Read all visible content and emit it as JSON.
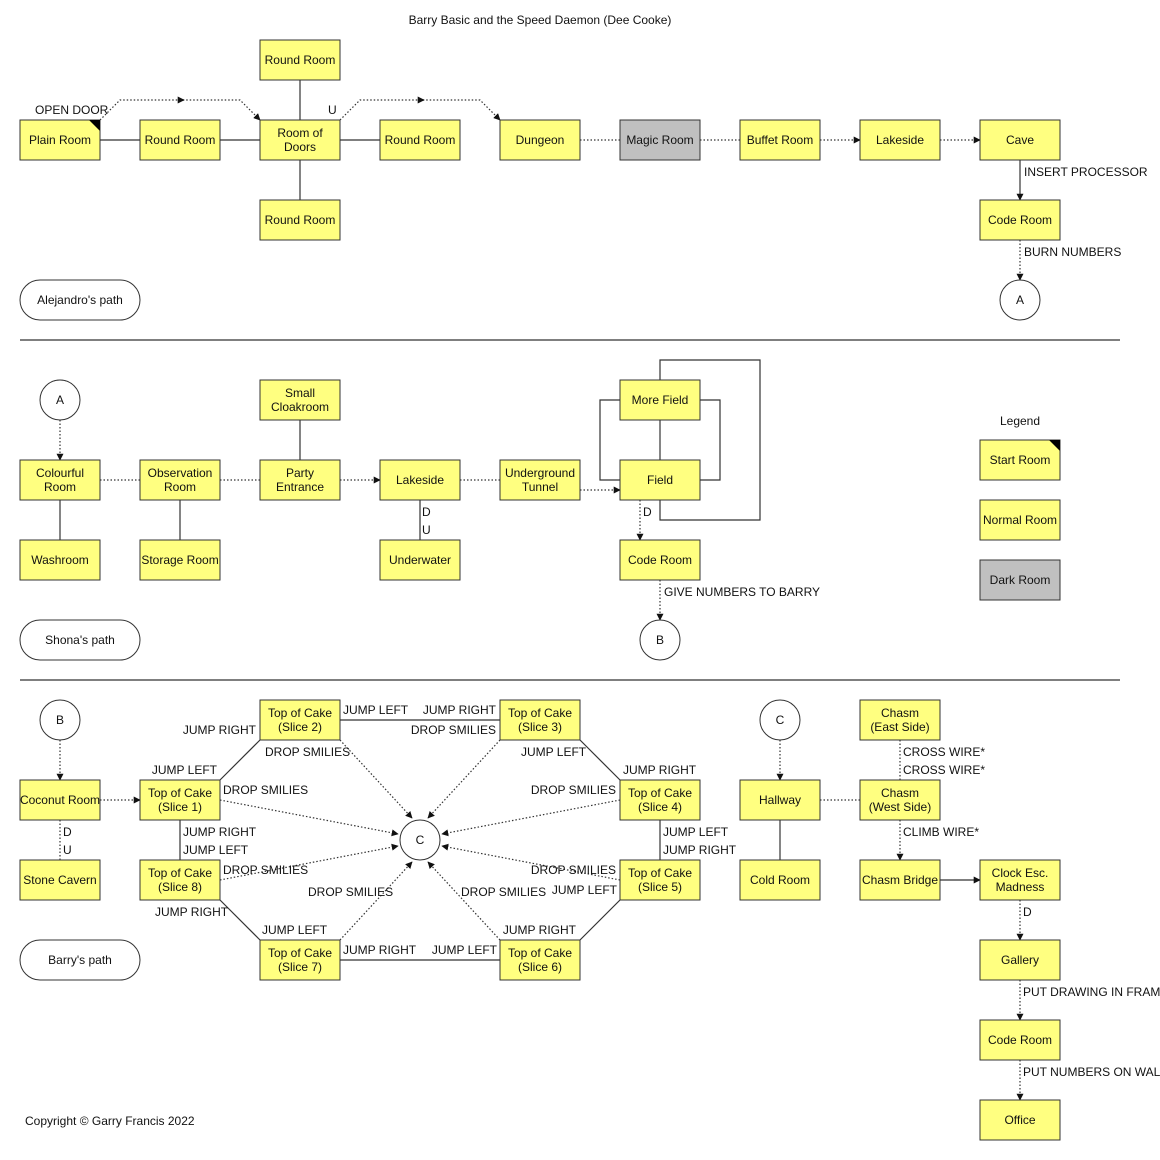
{
  "title": "Barry Basic and the Speed Daemon (Dee Cooke)",
  "copyright": "Copyright © Garry Francis 2022",
  "colors": {
    "room": "#ffff80",
    "dark_room": "#c0c0c0",
    "line": "#333333",
    "divider": "#555555"
  },
  "legend": {
    "heading": "Legend",
    "items": [
      {
        "id": "legend-start",
        "label": "Start Room"
      },
      {
        "id": "legend-normal",
        "label": "Normal Room"
      },
      {
        "id": "legend-dark",
        "label": "Dark Room"
      }
    ]
  },
  "paths": [
    {
      "id": "alejandro",
      "label": "Alejandro's path"
    },
    {
      "id": "shona",
      "label": "Shona's path"
    },
    {
      "id": "barry",
      "label": "Barry's path"
    }
  ],
  "connectors": [
    {
      "id": "a1",
      "label": "A"
    },
    {
      "id": "a2",
      "label": "A"
    },
    {
      "id": "b1",
      "label": "B"
    },
    {
      "id": "b2",
      "label": "B"
    },
    {
      "id": "c1",
      "label": "C"
    },
    {
      "id": "c2",
      "label": "C"
    }
  ],
  "rooms": [
    {
      "id": "plain-room",
      "label": "Plain Room",
      "type": "start"
    },
    {
      "id": "round-room-west",
      "label": "Round Room",
      "type": "normal"
    },
    {
      "id": "round-room-north",
      "label": "Round Room",
      "type": "normal"
    },
    {
      "id": "room-of-doors",
      "label": "Room of Doors",
      "type": "normal"
    },
    {
      "id": "round-room-south",
      "label": "Round Room",
      "type": "normal"
    },
    {
      "id": "round-room-east",
      "label": "Round Room",
      "type": "normal"
    },
    {
      "id": "dungeon",
      "label": "Dungeon",
      "type": "normal"
    },
    {
      "id": "magic-room",
      "label": "Magic Room",
      "type": "dark"
    },
    {
      "id": "buffet-room",
      "label": "Buffet Room",
      "type": "normal"
    },
    {
      "id": "lakeside-1",
      "label": "Lakeside",
      "type": "normal"
    },
    {
      "id": "cave",
      "label": "Cave",
      "type": "normal"
    },
    {
      "id": "code-room-1",
      "label": "Code Room",
      "type": "normal"
    },
    {
      "id": "colourful-room",
      "label": "Colourful Room",
      "type": "normal"
    },
    {
      "id": "washroom",
      "label": "Washroom",
      "type": "normal"
    },
    {
      "id": "observation-room",
      "label": "Observation Room",
      "type": "normal"
    },
    {
      "id": "storage-room",
      "label": "Storage Room",
      "type": "normal"
    },
    {
      "id": "small-cloakroom",
      "label": "Small Cloakroom",
      "type": "normal"
    },
    {
      "id": "party-entrance",
      "label": "Party Entrance",
      "type": "normal"
    },
    {
      "id": "lakeside-2",
      "label": "Lakeside",
      "type": "normal"
    },
    {
      "id": "underwater",
      "label": "Underwater",
      "type": "normal"
    },
    {
      "id": "underground-tunnel",
      "label": "Underground Tunnel",
      "type": "normal"
    },
    {
      "id": "more-field",
      "label": "More Field",
      "type": "normal"
    },
    {
      "id": "field",
      "label": "Field",
      "type": "normal"
    },
    {
      "id": "code-room-2",
      "label": "Code Room",
      "type": "normal"
    },
    {
      "id": "coconut-room",
      "label": "Coconut Room",
      "type": "normal"
    },
    {
      "id": "stone-cavern",
      "label": "Stone Cavern",
      "type": "normal"
    },
    {
      "id": "slice-1",
      "label": "Top of Cake (Slice 1)",
      "type": "normal"
    },
    {
      "id": "slice-2",
      "label": "Top of Cake (Slice 2)",
      "type": "normal"
    },
    {
      "id": "slice-3",
      "label": "Top of Cake (Slice 3)",
      "type": "normal"
    },
    {
      "id": "slice-4",
      "label": "Top of Cake (Slice 4)",
      "type": "normal"
    },
    {
      "id": "slice-5",
      "label": "Top of Cake (Slice 5)",
      "type": "normal"
    },
    {
      "id": "slice-6",
      "label": "Top of Cake (Slice 6)",
      "type": "normal"
    },
    {
      "id": "slice-7",
      "label": "Top of Cake (Slice 7)",
      "type": "normal"
    },
    {
      "id": "slice-8",
      "label": "Top of Cake (Slice 8)",
      "type": "normal"
    },
    {
      "id": "hallway",
      "label": "Hallway",
      "type": "normal"
    },
    {
      "id": "cold-room",
      "label": "Cold Room",
      "type": "normal"
    },
    {
      "id": "chasm-east",
      "label": "Chasm (East Side)",
      "type": "normal"
    },
    {
      "id": "chasm-west",
      "label": "Chasm (West Side)",
      "type": "normal"
    },
    {
      "id": "chasm-bridge",
      "label": "Chasm Bridge",
      "type": "normal"
    },
    {
      "id": "clock-esc",
      "label": "Clock Esc. Madness",
      "type": "normal"
    },
    {
      "id": "gallery",
      "label": "Gallery",
      "type": "normal"
    },
    {
      "id": "code-room-3",
      "label": "Code Room",
      "type": "normal"
    },
    {
      "id": "office",
      "label": "Office",
      "type": "normal"
    }
  ],
  "annotations": [
    {
      "id": "open-door",
      "label": "OPEN DOOR"
    },
    {
      "id": "u-1",
      "label": "U"
    },
    {
      "id": "insert-processor",
      "label": "INSERT PROCESSOR"
    },
    {
      "id": "burn-numbers",
      "label": "BURN NUMBERS"
    },
    {
      "id": "d-1",
      "label": "D"
    },
    {
      "id": "u-2",
      "label": "U"
    },
    {
      "id": "d-2",
      "label": "D"
    },
    {
      "id": "give-numbers",
      "label": "GIVE NUMBERS TO BARRY"
    },
    {
      "id": "d-3",
      "label": "D"
    },
    {
      "id": "u-3",
      "label": "U"
    },
    {
      "id": "jump-right-1",
      "label": "JUMP RIGHT"
    },
    {
      "id": "jump-left-1",
      "label": "JUMP LEFT"
    },
    {
      "id": "jump-left-2",
      "label": "JUMP LEFT"
    },
    {
      "id": "jump-right-2",
      "label": "JUMP RIGHT"
    },
    {
      "id": "drop-smilies-1",
      "label": "DROP SMILIES"
    },
    {
      "id": "drop-smilies-2",
      "label": "DROP SMILIES"
    },
    {
      "id": "jump-left-3",
      "label": "JUMP LEFT"
    },
    {
      "id": "jump-right-3",
      "label": "JUMP RIGHT"
    },
    {
      "id": "drop-smilies-3",
      "label": "DROP SMILIES"
    },
    {
      "id": "drop-smilies-4",
      "label": "DROP SMILIES"
    },
    {
      "id": "jump-right-4",
      "label": "JUMP RIGHT"
    },
    {
      "id": "jump-left-4",
      "label": "JUMP LEFT"
    },
    {
      "id": "jump-left-5",
      "label": "JUMP LEFT"
    },
    {
      "id": "jump-right-5",
      "label": "JUMP RIGHT"
    },
    {
      "id": "drop-smilies-5",
      "label": "DROP SMILIES"
    },
    {
      "id": "drop-smilies-6",
      "label": "DROP SMILIES"
    },
    {
      "id": "jump-left-6",
      "label": "JUMP LEFT"
    },
    {
      "id": "drop-smilies-7",
      "label": "DROP SMILIES"
    },
    {
      "id": "drop-smilies-8",
      "label": "DROP SMILIES"
    },
    {
      "id": "jump-right-6",
      "label": "JUMP RIGHT"
    },
    {
      "id": "jump-left-7",
      "label": "JUMP LEFT"
    },
    {
      "id": "jump-right-7",
      "label": "JUMP RIGHT"
    },
    {
      "id": "jump-right-8",
      "label": "JUMP RIGHT"
    },
    {
      "id": "jump-left-8",
      "label": "JUMP LEFT"
    },
    {
      "id": "cross-wire-1",
      "label": "CROSS WIRE*"
    },
    {
      "id": "cross-wire-2",
      "label": "CROSS WIRE*"
    },
    {
      "id": "climb-wire",
      "label": "CLIMB WIRE*"
    },
    {
      "id": "d-4",
      "label": "D"
    },
    {
      "id": "put-drawing",
      "label": "PUT DRAWING IN FRAME"
    },
    {
      "id": "put-numbers",
      "label": "PUT NUMBERS ON WALL"
    }
  ]
}
